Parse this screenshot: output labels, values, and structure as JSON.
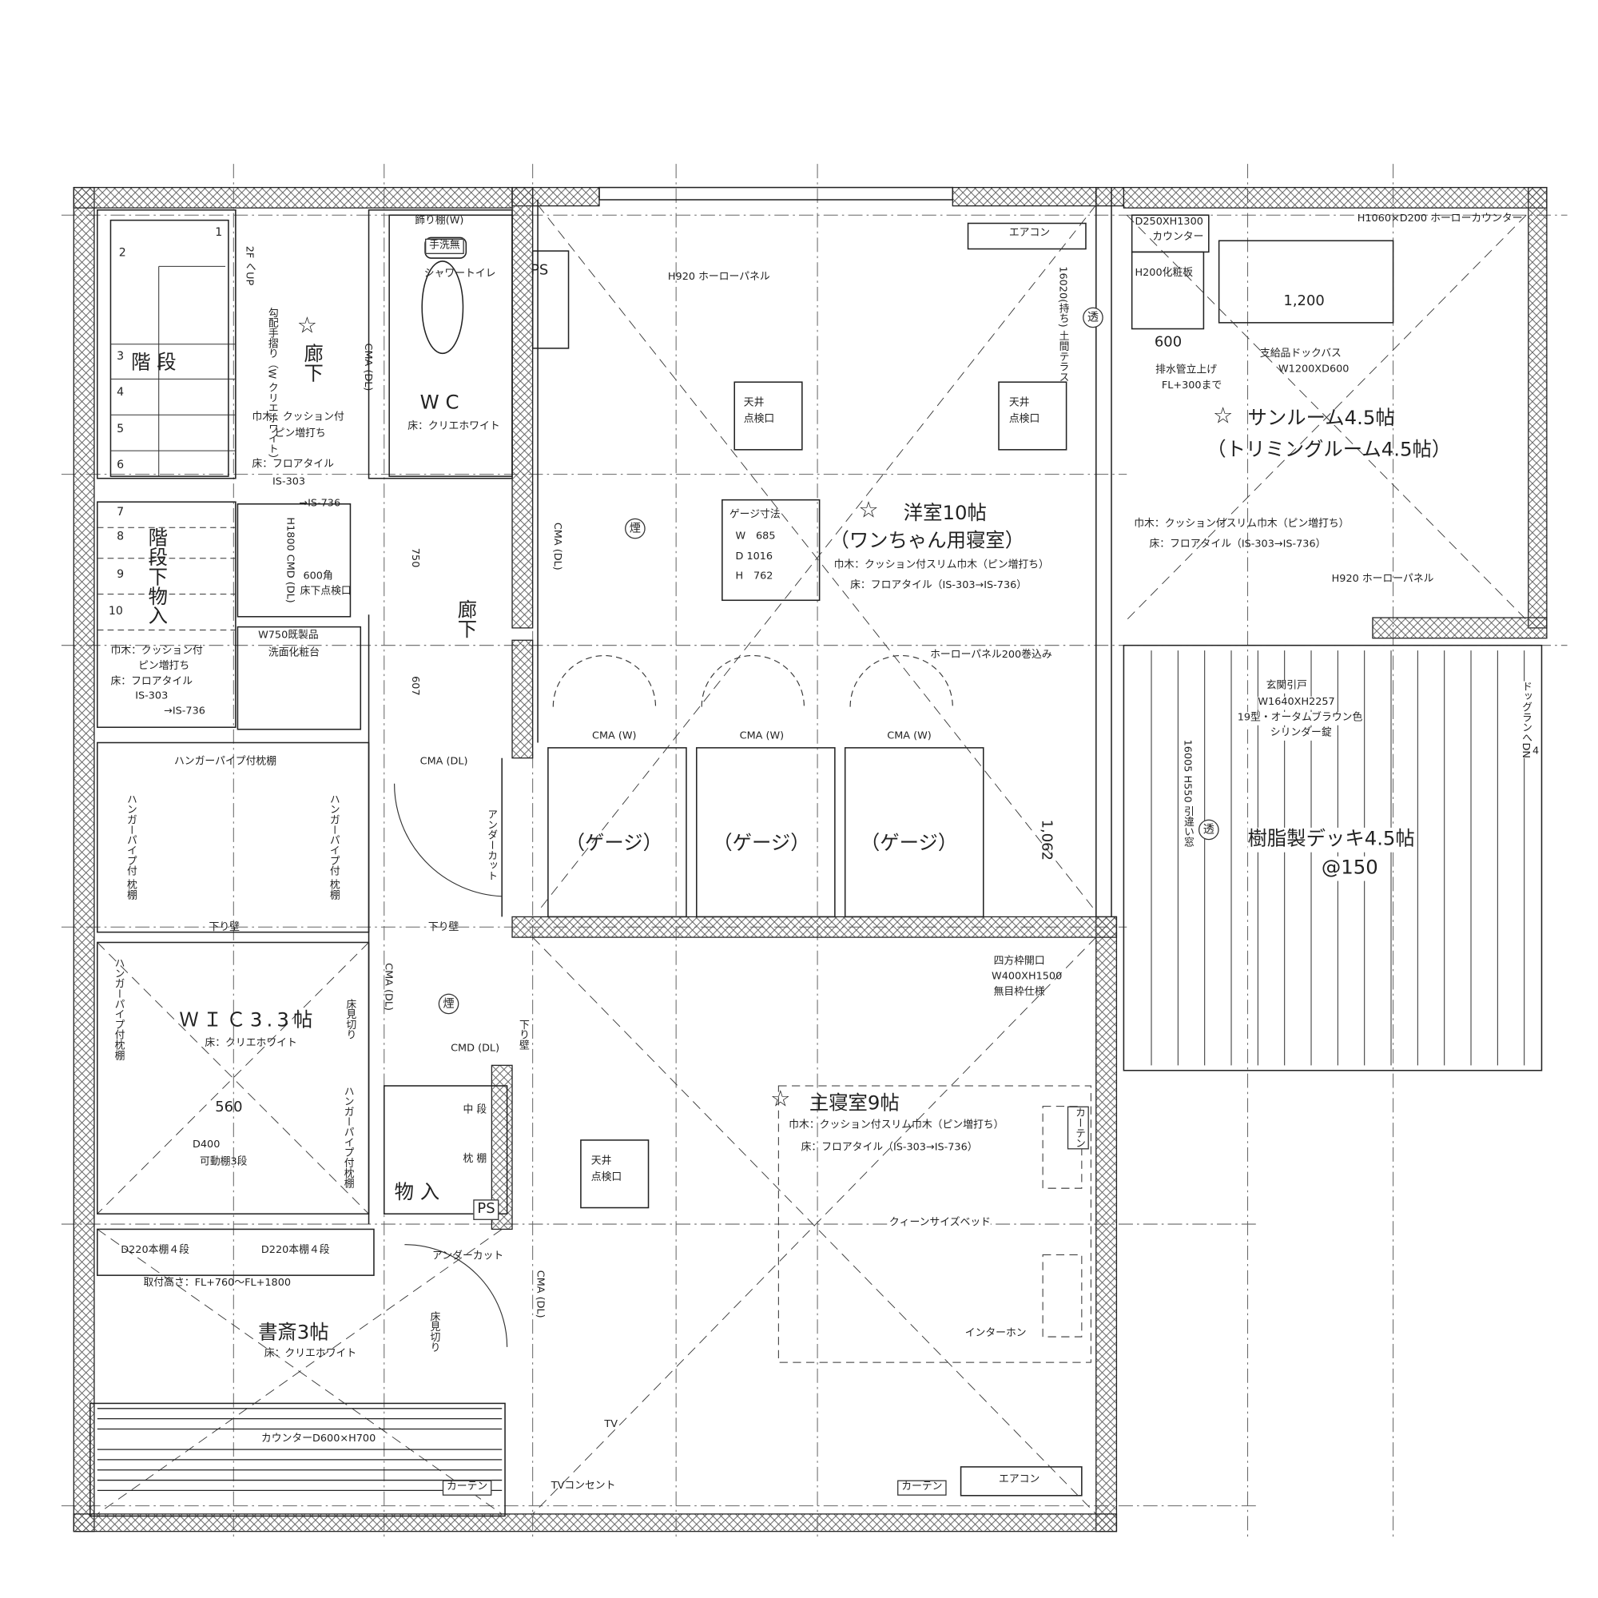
{
  "stairs": {
    "steps": [
      "1",
      "2",
      "3",
      "4",
      "5",
      "6",
      "7",
      "8",
      "9",
      "10"
    ],
    "label": "階 段",
    "up_note": "2F へUP",
    "handrail": "勾配手摺り（W クリエホワイト）"
  },
  "hall_upper": {
    "star": "☆",
    "label": "廊下",
    "baseboard": "巾木：クッション付",
    "baseboard2": "ピン増打ち",
    "floor": "床：フロアタイル",
    "floor2": "IS-303",
    "floor3": "→IS-736",
    "cma": "CMA (DL)"
  },
  "wc": {
    "label": "W C",
    "floor": "床：クリエホワイト",
    "shelf": "飾り棚(W)",
    "no_sink": "手洗無",
    "toilet": "シャワートイレ"
  },
  "ps_top": "PS",
  "under_stair": {
    "label": "階段下物入",
    "baseboard": "巾木：クッション付",
    "baseboard2": "ピン増打ち",
    "floor": "床：フロアタイル",
    "floor2": "IS-303",
    "floor3": "→IS-736",
    "cmd": "H1800 CMD (DL)",
    "hatch": "600角",
    "hatch2": "床下点検口",
    "vanity": "W750既製品",
    "vanity2": "洗面化粧台"
  },
  "hall_lower": {
    "label": "廊下",
    "dim1": "750",
    "dim2": "607",
    "cma": "CMA (DL)",
    "undercut": "アンダーカット"
  },
  "closet_upper": {
    "shelf_top": "ハンガーパイプ付枕棚",
    "shelf_left": "ハンガーパイプ付 枕棚",
    "shelf_right": "ハンガーパイプ付 枕棚",
    "soffit1": "下り壁",
    "soffit2": "下り壁"
  },
  "wic": {
    "label": "ＷＩＣ3.3帖",
    "floor": "床：クリエホワイト",
    "shelf_left": "ハンガーパイプ付枕棚",
    "shelf_right": "ハンガーパイプ付枕棚",
    "dim": "560",
    "shelf": "D400",
    "shelf2": "可動棚3段",
    "floor_trim": "床見切り",
    "cma": "CMA (DL)"
  },
  "smoke_icon": "煙",
  "cmd_dl": "CMD (DL)",
  "soffit_v": "下り壁",
  "storage": {
    "label": "物 入",
    "mid_shelf": "中 段",
    "pillow_shelf": "枕 棚",
    "ps": "PS"
  },
  "study": {
    "label": "書斎3帖",
    "floor": "床：クリエホワイト",
    "bookshelf1": "D220本棚４段",
    "bookshelf2": "D220本棚４段",
    "mount_height": "取付高さ：FL+760〜FL+1800",
    "counter": "カウンターD600×H700",
    "curtain": "カーテン",
    "undercut": "アンダーカット",
    "floor_trim": "床見切り",
    "cma": "CMA (DL)"
  },
  "western_room": {
    "star": "☆",
    "label": "洋室10帖",
    "sub": "（ワンちゃん用寝室）",
    "baseboard": "巾木：クッション付スリム巾木（ピン増打ち）",
    "floor": "床：フロアタイル（IS-303→IS-736）",
    "panel": "H920 ホーローパネル",
    "hatch": "天井",
    "hatch2": "点検口",
    "hatch_b": "天井",
    "hatch_b2": "点検口",
    "aircon": "エアコン",
    "terrace": "16020(持ち) 土間テラス",
    "transparent": "透",
    "cma": "CMA (DL)",
    "panel_wrap": "ホーローパネル200巻込み",
    "gauge_title": "ゲージ寸法",
    "gauge_w": "W　685",
    "gauge_d": "D 1016",
    "gauge_h": "H　762",
    "cages": [
      "（ゲージ）",
      "（ゲージ）",
      "（ゲージ）"
    ],
    "cma_w": [
      "CMA (W)",
      "CMA (W)",
      "CMA (W)"
    ],
    "dim": "1,062"
  },
  "opening": {
    "line1": "四方枠開口",
    "line2": "W400XH1500",
    "line3": "無目枠仕様"
  },
  "master_bedroom": {
    "star": "☆",
    "label": "主寝室9帖",
    "baseboard": "巾木：クッション付スリム巾木（ピン増打ち）",
    "floor": "床：フロアタイル（IS-303→IS-736）",
    "hatch": "天井",
    "hatch2": "点検口",
    "curtain_side": "カーテン",
    "bed": "クィーンサイズベッド",
    "intercom": "インターホン",
    "curtain": "カーテン",
    "aircon": "エアコン",
    "tv": "TV",
    "tv_outlet": "TVコンセント",
    "ps": "PS"
  },
  "sunroom": {
    "counter_small": "D250XH1300",
    "counter_small2": "カウンター",
    "counter": "H1060×D200 ホーローカウンター",
    "panel_board": "H200化粧板",
    "dim_bath": "1,200",
    "dim_600": "600",
    "drain": "排水管立上げ",
    "drain2": "FL+300まで",
    "bath": "支給品ドックバス",
    "bath2": "W1200XD600",
    "star": "☆",
    "label": "サンルーム4.5帖",
    "sub": "（トリミングルーム4.5帖）",
    "baseboard": "巾木：クッション付スリム巾木（ピン増打ち）",
    "floor": "床：フロアタイル（IS-303→IS-736）",
    "panel": "H920 ホーローパネル"
  },
  "deck": {
    "door": "玄関引戸",
    "door2": "W1640XH2257",
    "door3": "19型・オータムブラウン色",
    "door4": "シリンダー錠",
    "window": "16005 H550 引違い窓",
    "transparent": "透",
    "label": "樹脂製デッキ4.5帖",
    "pitch": "@150",
    "dogrun": "ドッグランへDN",
    "steps": "4"
  }
}
